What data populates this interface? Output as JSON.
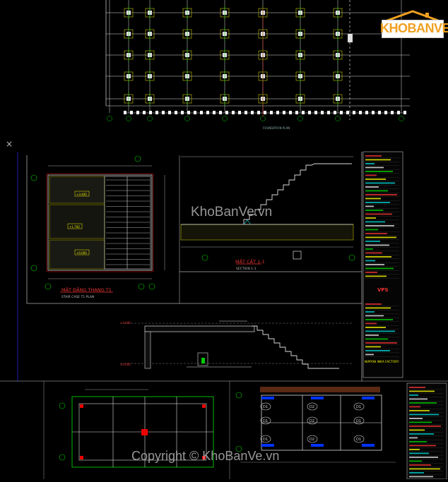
{
  "logo": {
    "text": "KHOBANVE",
    "accent": "#f0a020"
  },
  "watermark": {
    "main": "KhoBanVe.vn",
    "bottom": "Copyright © KhoBanVe.vn"
  },
  "close_mark": "×",
  "plan": {
    "title": "MẶT ĐẰNG THANG T1",
    "subtitle": "STAIR CASE T1 PLAN",
    "levels": [
      "+3.400",
      "+1.700",
      "+0.000"
    ]
  },
  "section": {
    "title": "MẶT CẮT 1-1",
    "subtitle": "SECTION 1-1"
  },
  "foundation_caption": "FOUNDATION PLAN",
  "titleblock": {
    "company": "VPS",
    "project": "NIPPON INKA FACTORY"
  },
  "elevation_levels": [
    "+3.400",
    "±0.000"
  ],
  "footing_labels": [
    "D1",
    "D2",
    "D1",
    "D1",
    "D2",
    "D1",
    "D1",
    "D2",
    "D1"
  ]
}
